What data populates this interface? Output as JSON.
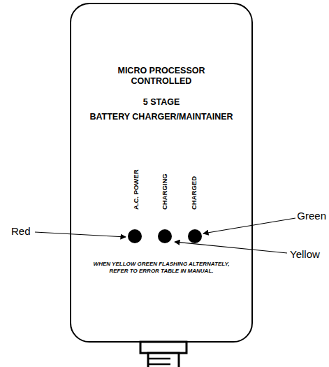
{
  "diagram": {
    "nodes": [
      {
        "text": [
          "MICRO PROCESSOR CONTROLLED",
          "5 STAGE",
          "BATTERY CHARGER/MAINTAINER",
          "WHEN YELLOW GREEN FLASHING ALTERNATELY, REFER TO ERROR TABLE IN MANUAL."
        ]
      }
    ],
    "labels": [
      "A.C. POWER",
      "CHARGING",
      "CHARGED",
      "Red",
      "Green",
      "Yellow"
    ]
  }
}
